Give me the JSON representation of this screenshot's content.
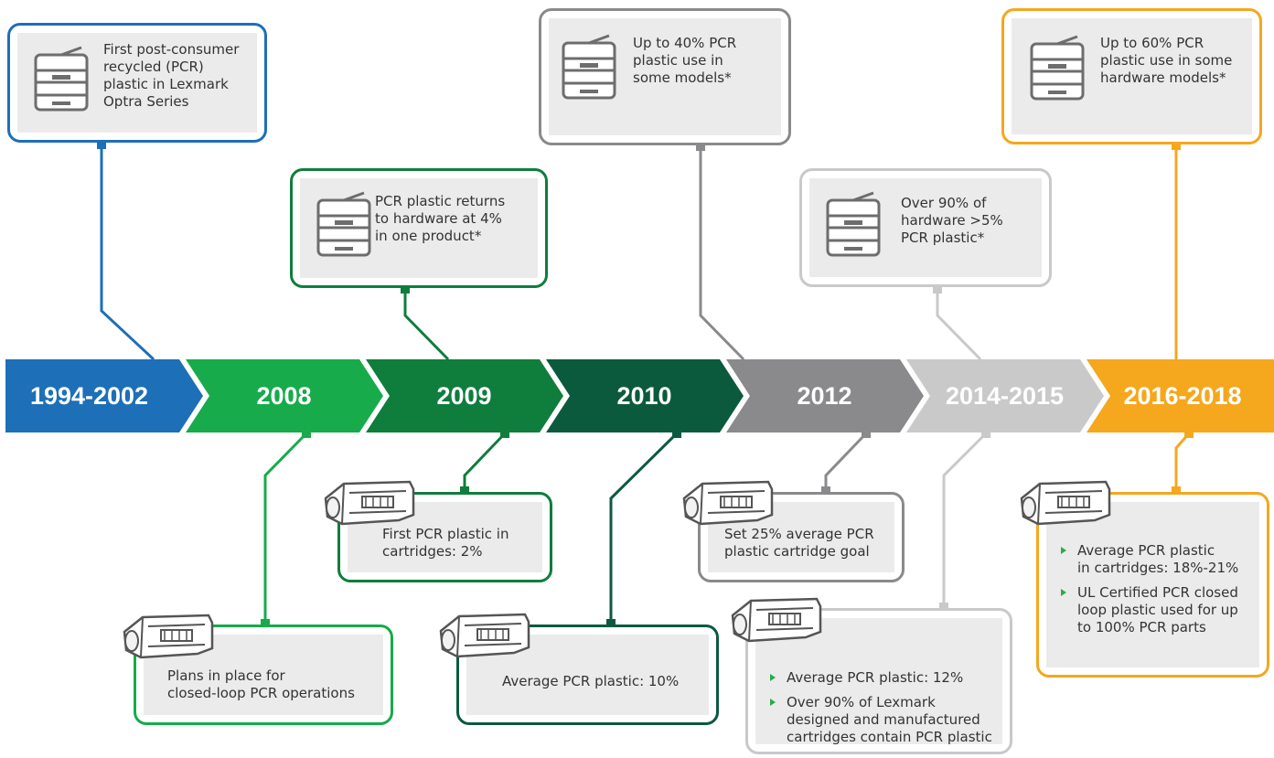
{
  "timeline": {
    "years": [
      {
        "label": "1994-2002",
        "color": "#1d6fb8"
      },
      {
        "label": "2008",
        "color": "#17ab4b"
      },
      {
        "label": "2009",
        "color": "#0f7d3c"
      },
      {
        "label": "2010",
        "color": "#0c5a3e"
      },
      {
        "label": "2012",
        "color": "#8a8a8c"
      },
      {
        "label": "2014-2015",
        "color": "#c9c9c9"
      },
      {
        "label": "2016-2018",
        "color": "#f5a71e"
      }
    ]
  },
  "top_cards": [
    {
      "year": "1994-2002",
      "icon": "printer-icon",
      "text": "First post-consumer\nrecycled (PCR)\nplastic in Lexmark\nOptra Series"
    },
    {
      "year": "2009",
      "icon": "printer-icon",
      "text": "PCR plastic returns\nto hardware at 4%\nin one product*"
    },
    {
      "year": "2012",
      "icon": "printer-icon",
      "text": "Up to 40% PCR\nplastic use in\nsome models*"
    },
    {
      "year": "2014-2015",
      "icon": "printer-icon",
      "text": "Over 90% of\nhardware >5%\nPCR plastic*"
    },
    {
      "year": "2016-2018",
      "icon": "printer-icon",
      "text": "Up to 60% PCR\nplastic use in some\nhardware models*"
    }
  ],
  "bottom_cards": [
    {
      "year": "2008",
      "icon": "toner-cartridge-icon",
      "text": "Plans in place for\nclosed-loop PCR operations"
    },
    {
      "year": "2009",
      "icon": "toner-cartridge-icon",
      "text": "First PCR plastic in\ncartridges: 2%"
    },
    {
      "year": "2010",
      "icon": "toner-cartridge-icon",
      "text": "Average PCR plastic: 10%"
    },
    {
      "year": "2012",
      "icon": "toner-cartridge-icon",
      "text": "Set 25% average PCR\nplastic cartridge goal"
    },
    {
      "year": "2014-2015",
      "icon": "toner-cartridge-icon",
      "bullets": [
        "Average PCR plastic: 12%",
        "Over 90% of Lexmark\ndesigned and manufactured\ncartridges contain PCR plastic"
      ]
    },
    {
      "year": "2016-2018",
      "icon": "toner-cartridge-icon",
      "bullets": [
        "Average PCR plastic\nin cartridges: 18%-21%",
        "UL Certified PCR closed\nloop plastic used for up\nto 100% PCR parts"
      ]
    }
  ]
}
